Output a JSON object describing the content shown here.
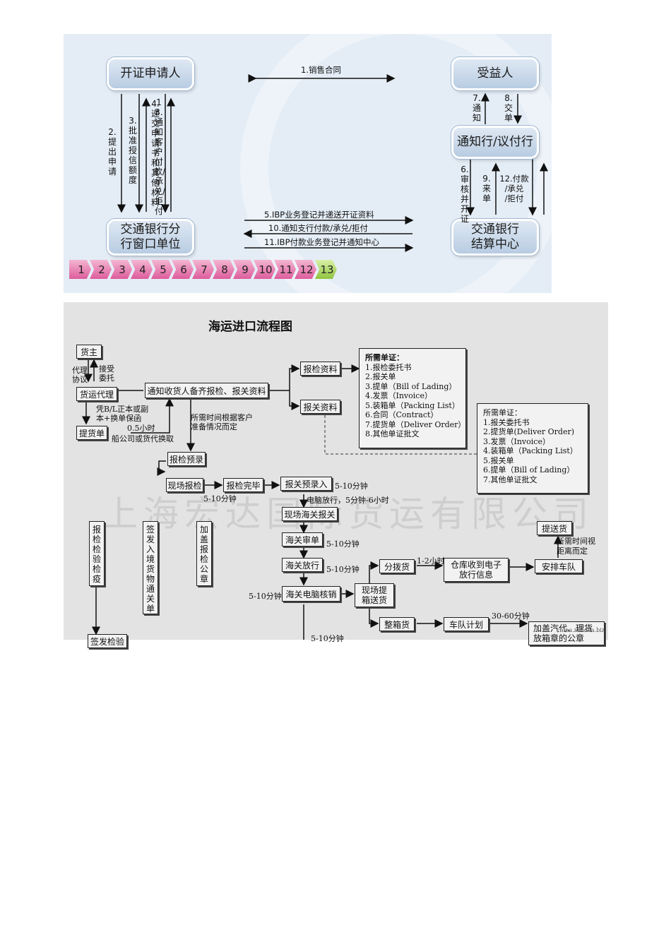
{
  "fig1": {
    "boxes": {
      "applicant": "开证申请人",
      "beneficiary": "受益人",
      "advising_bank": "通知行/议付行",
      "branch_line1": "交通银行分",
      "branch_line2": "行窗口单位",
      "settlement_line1": "交通银行",
      "settlement_line2": "结算中心"
    },
    "flows": {
      "f1": "1.销售合同",
      "f2": "2.提出申请",
      "f3": "3.批准授信额度",
      "f4": "4.递交申请书和其他材料",
      "f13": "13.通知客户付款/承兑/拒付",
      "f7": "7.通知",
      "f8": "8.交单",
      "f6": "6.审核并开证",
      "f9": "9.来单",
      "f12_line1": "12.付款",
      "f12_line2": "/承兑",
      "f12_line3": "/拒付",
      "f5": "5.IBP业务登记并递送开证资料",
      "f10": "10.通知支行付款/承兑/拒付",
      "f11": "11.IBP付款业务登记并通知中心"
    },
    "steps": [
      "1",
      "2",
      "3",
      "4",
      "5",
      "6",
      "7",
      "8",
      "9",
      "10",
      "11",
      "12",
      "13"
    ],
    "active_step": "13"
  },
  "fig2": {
    "title": "海运进口流程图",
    "watermark": "上海宏达国际货运有限公司",
    "boxes": {
      "cargo_owner": "货主",
      "forwarder": "货运代理",
      "notify": "通知收货人备齐报检、报关资料",
      "bill": "提货单",
      "insp_docs": "报检资料",
      "customs_docs": "报关资料",
      "insp_pre": "报检预录",
      "onsite_insp": "现场报检",
      "insp_done": "报检完毕",
      "customs_pre": "报关预录入",
      "onsite_customs": "现场海关报关",
      "customs_review": "海关审单",
      "customs_release": "海关放行",
      "customs_cancel": "海关电脑核销",
      "pick_deliver_line1": "现场提",
      "pick_deliver_line2": "箱送货",
      "lcl": "分拨货",
      "fcl": "整箱货",
      "warehouse_line1": "仓库收到电子",
      "warehouse_line2": "放行信息",
      "arrange_fleet": "安排车队",
      "deliver": "提送货",
      "fleet_plan": "车队计划",
      "seal_line1": "加盖汽代、理货",
      "seal_line2": "放箱章的公章",
      "v_insp_quarantine": "报检检验检疫",
      "v_sign_entry": "签发入境货物通关单",
      "v_stamp": "加盖报检公章",
      "sign_insp": "签发检验"
    },
    "labels": {
      "agency": "代理协议",
      "accept": "接受委托",
      "bl_line1": "凭B/L正本或副",
      "bl_line2": "本+换单保函",
      "half_hour": "0.5小时",
      "exchange": "船公司或货代换取",
      "time_note_line1": "所需时间根据客户",
      "time_note_line2": "准备情况而定",
      "t_5_10_a": "5-10分钟",
      "t_5_10_b": "5-10分钟",
      "release": "电脑放行，5分钟-6小时",
      "t_5_10_c": "5-10分钟",
      "t_5_10_d": "5-10分钟",
      "t_5_10_e": "5-10分钟",
      "t_1_2h": "1-2小时",
      "t_30_60": "30-60分钟",
      "dist_note_line1": "所需时间视",
      "dist_note_line2": "距离而定",
      "t_bottom": "5-10分钟",
      "site": "china.zhaoha.biz"
    },
    "list1": {
      "heading": "所需单证：",
      "items": [
        "1.报检委托书",
        "2.报关单",
        "3.提单（Bill of Lading）",
        "4.发票（Invoice）",
        "5.装箱单（Packing List）",
        "6.合同（Contract）",
        "7.提货单（Deliver Order）",
        "8.其他单证批文"
      ]
    },
    "list2": {
      "heading": "所需单证：",
      "items": [
        "1.报关委托书",
        "2.提货单(Deliver Order)",
        "3.发票（Invoice）",
        "4.装箱单（Packing List）",
        "5.报关单",
        "6.提单（Bill of Lading）",
        "7.其他单证批文"
      ]
    }
  }
}
